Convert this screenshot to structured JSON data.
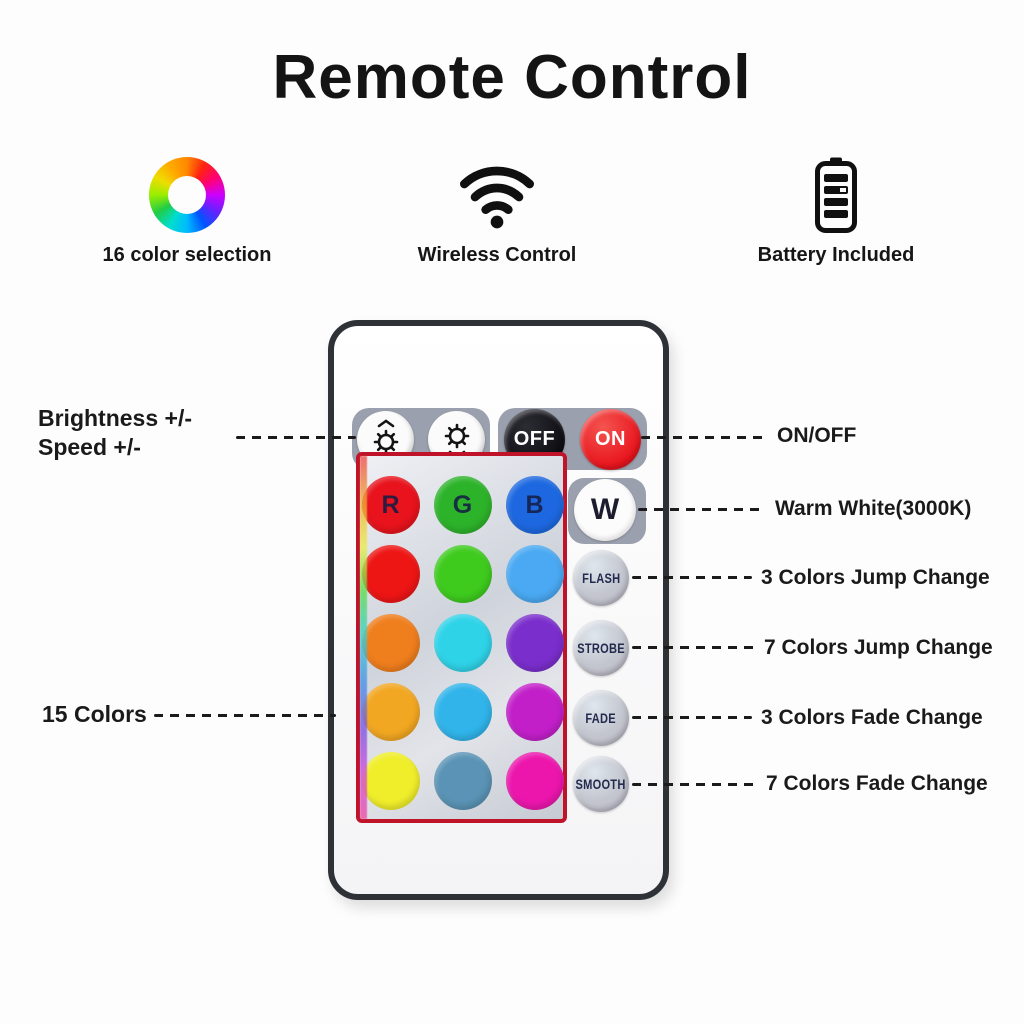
{
  "page": {
    "title": "Remote Control",
    "background": "#fdfdfd"
  },
  "features": [
    {
      "icon": "color-wheel-icon",
      "label": "16 color selection"
    },
    {
      "icon": "wifi-icon",
      "label": "Wireless Control"
    },
    {
      "icon": "battery-icon",
      "label": "Battery Included"
    }
  ],
  "remote": {
    "body_color": "#f7f7f8",
    "border_color": "#2e3237",
    "panel_color": "#9aa0ad",
    "brightness_buttons": [
      {
        "icon": "brightness-up-icon"
      },
      {
        "icon": "brightness-down-icon"
      }
    ],
    "power": {
      "off_label": "OFF",
      "on_label": "ON",
      "off_color": "#0d0d12",
      "on_color": "#e8141d"
    },
    "grid": {
      "border_color": "#bf1329",
      "cells": [
        {
          "label": "R",
          "color": "#e8131c"
        },
        {
          "label": "G",
          "color": "#2db32a"
        },
        {
          "label": "B",
          "color": "#1d68e0"
        },
        {
          "color": "#ee1515"
        },
        {
          "color": "#3ecb1e"
        },
        {
          "color": "#4aa9f2"
        },
        {
          "color": "#ef7e1d"
        },
        {
          "color": "#2fd3e8"
        },
        {
          "color": "#7a2ecc"
        },
        {
          "color": "#f2a722"
        },
        {
          "color": "#30b4ea"
        },
        {
          "color": "#c21fc9"
        },
        {
          "color": "#f0ee2a"
        },
        {
          "color": "#5a93b5"
        },
        {
          "color": "#ec16ad"
        }
      ]
    },
    "mode_buttons": [
      {
        "label": "W"
      },
      {
        "label": "FLASH"
      },
      {
        "label": "STROBE"
      },
      {
        "label": "FADE"
      },
      {
        "label": "SMOOTH"
      }
    ]
  },
  "callouts": {
    "brightness": {
      "line1": "Brightness +/-",
      "line2": "Speed +/-"
    },
    "colors15": {
      "label": "15 Colors"
    },
    "right": [
      {
        "label": "ON/OFF"
      },
      {
        "label": "Warm White(3000K)"
      },
      {
        "label": "3 Colors Jump Change"
      },
      {
        "label": "7 Colors Jump Change"
      },
      {
        "label": "3 Colors Fade Change"
      },
      {
        "label": "7 Colors Fade Change"
      }
    ]
  }
}
